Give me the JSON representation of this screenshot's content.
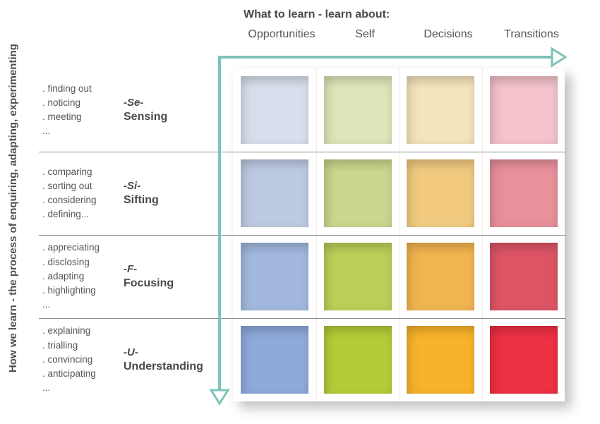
{
  "vertical_axis": {
    "label": "How we learn - the process of enquiring, adapting, experimenting"
  },
  "header": {
    "title": "What to learn - learn about:"
  },
  "columns": [
    "Opportunities",
    "Self",
    "Decisions",
    "Transitions"
  ],
  "rows": [
    {
      "code": "-Se-",
      "name": "Sensing",
      "bullets": [
        ". finding out",
        ". noticing",
        ". meeting",
        "..."
      ]
    },
    {
      "code": "-Si-",
      "name": "Sifting",
      "bullets": [
        ". comparing",
        ". sorting out",
        ". considering",
        ". defining..."
      ]
    },
    {
      "code": "-F-",
      "name": "Focusing",
      "bullets": [
        ". appreciating",
        ". disclosing",
        ". adapting",
        ". highlighting",
        "..."
      ]
    },
    {
      "code": "-U-",
      "name": "Understanding",
      "bullets": [
        ". explaining",
        ". trialling",
        ". convincing",
        ". anticipating",
        "..."
      ]
    }
  ],
  "grid": {
    "cell_colors": [
      [
        "#d8dfec",
        "#dde6b9",
        "#f5e3bc",
        "#f4c3cc"
      ],
      [
        "#bdcae2",
        "#cbd68e",
        "#f1ca80",
        "#e8909b"
      ],
      [
        "#a2b8de",
        "#bccf58",
        "#f1b44f",
        "#dd5565"
      ],
      [
        "#8fa9dc",
        "#b5cc38",
        "#f8b32c",
        "#ee3043"
      ]
    ]
  },
  "colors": {
    "arrow": "#7ec3ba",
    "separator": "#8e8e8e"
  }
}
